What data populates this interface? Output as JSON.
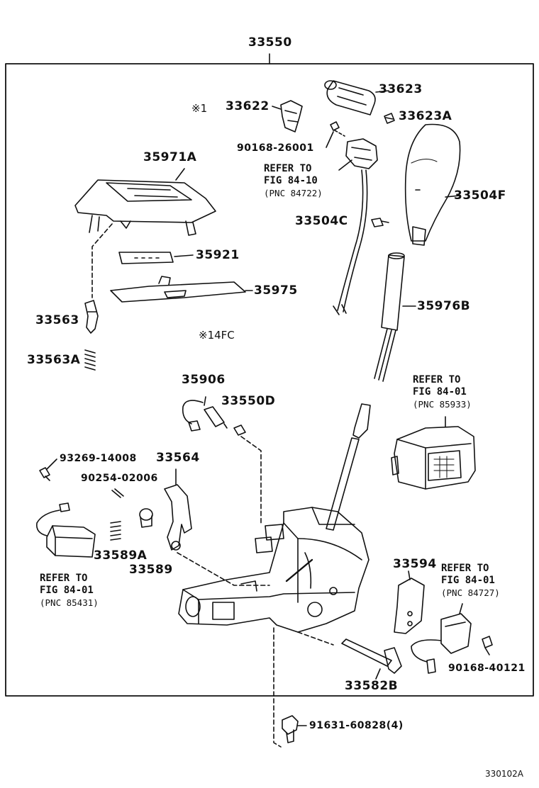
{
  "assembly_number": "33550",
  "diagram_code": "330102A",
  "parts": {
    "p33623": "33623",
    "p33622": "33622",
    "p33623a": "33623A",
    "p90168_26001": "90168-26001",
    "p35971a": "35971A",
    "p33504f": "33504F",
    "p33504c": "33504C",
    "p35921": "35921",
    "p35975": "35975",
    "p33563": "33563",
    "p33563a": "33563A",
    "p35976b": "35976B",
    "p35906": "35906",
    "p33550d": "33550D",
    "p93269_14008": "93269-14008",
    "p33564": "33564",
    "p90254_02006": "90254-02006",
    "p33589a": "33589A",
    "p33589": "33589",
    "p33594": "33594",
    "p90168_40121": "90168-40121",
    "p33582b": "33582B",
    "p91631_60828": "91631-60828(4)"
  },
  "notes": {
    "note1": "※1",
    "note14": "※14FC"
  },
  "refs": {
    "r1": {
      "line1": "REFER TO",
      "line2": "FIG 84-10",
      "line3": "(PNC 84722)"
    },
    "r2": {
      "line1": "REFER TO",
      "line2": "FIG 84-01",
      "line3": "(PNC 85933)"
    },
    "r3": {
      "line1": "REFER TO",
      "line2": "FIG 84-01",
      "line3": "(PNC 85431)"
    },
    "r4": {
      "line1": "REFER TO",
      "line2": "FIG 84-01",
      "line3": "(PNC 84727)"
    }
  }
}
